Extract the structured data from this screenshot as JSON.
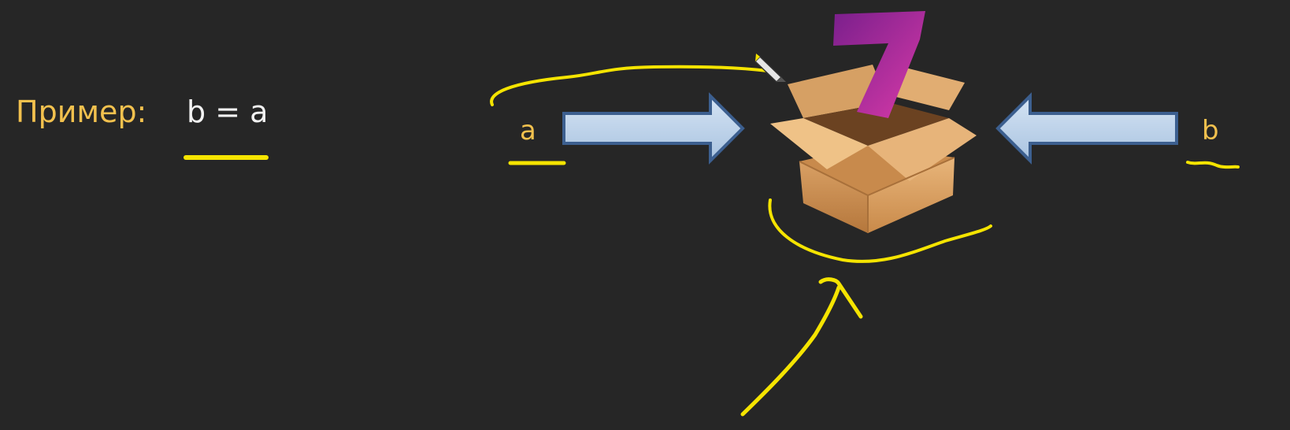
{
  "slide": {
    "example_label": "Пример:",
    "expression": "b = a"
  },
  "diagram": {
    "left_var": "a",
    "right_var": "b",
    "box_value": "7",
    "icons": [
      "box-icon",
      "arrow-right-icon",
      "arrow-left-icon",
      "pen-cursor-icon"
    ]
  },
  "colors": {
    "background": "#262626",
    "label": "#f2c14e",
    "text": "#f2f2f2",
    "annotation": "#f5e400",
    "arrow_fill": "#b9d0ea",
    "arrow_stroke": "#3c5f8f",
    "digit": "#b0299a",
    "box": "#d9a064"
  }
}
